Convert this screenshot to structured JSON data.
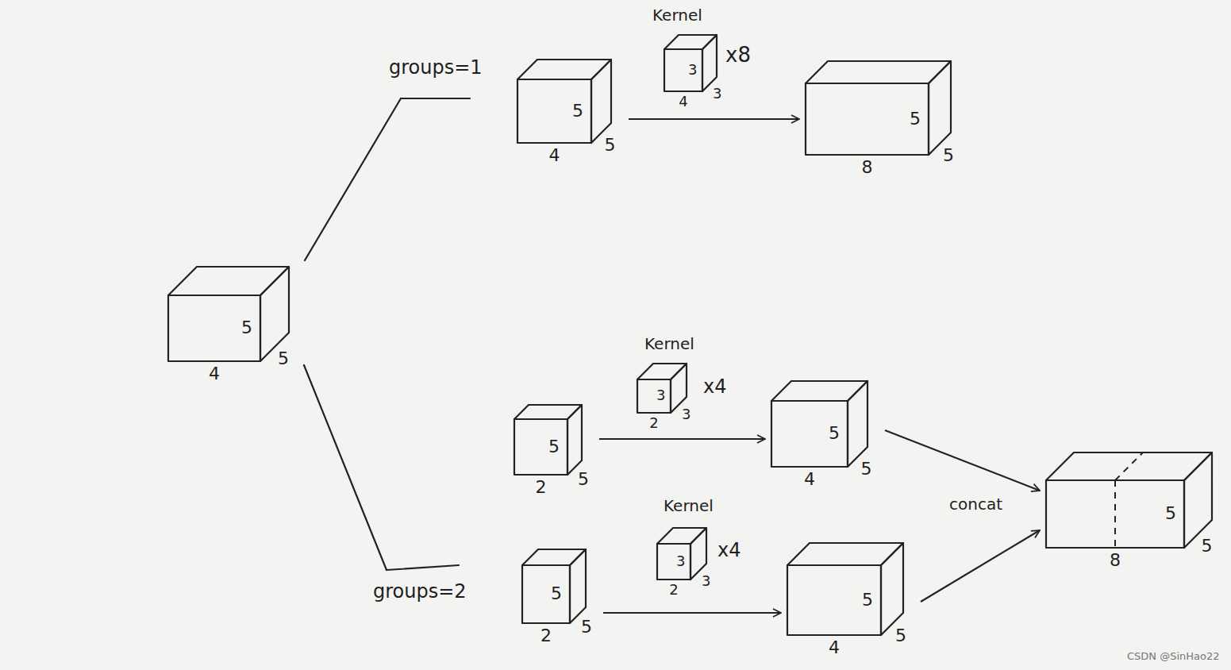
{
  "diagram": {
    "nodes": [
      {
        "text": [
          "5",
          "4",
          "5"
        ]
      },
      {
        "text": [
          "5",
          "4",
          "5"
        ]
      },
      {
        "text": [
          "3",
          "4",
          "3"
        ]
      },
      {
        "text": [
          "5",
          "8",
          "5"
        ]
      },
      {
        "text": [
          "5",
          "2",
          "5"
        ]
      },
      {
        "text": [
          "3",
          "2",
          "3"
        ]
      },
      {
        "text": [
          "5",
          "4",
          "5"
        ]
      },
      {
        "text": [
          "5",
          "2",
          "5"
        ]
      },
      {
        "text": [
          "3",
          "2",
          "3"
        ]
      },
      {
        "text": [
          "5",
          "4",
          "5"
        ]
      },
      {
        "text": [
          "5",
          "8",
          "5"
        ]
      }
    ],
    "edges": [
      {
        "from": 1,
        "to": 3,
        "arrow": "to"
      },
      {
        "from": 4,
        "to": 6,
        "arrow": "to"
      },
      {
        "from": 7,
        "to": 9,
        "arrow": "to"
      },
      {
        "from": 6,
        "to": 10,
        "arrow": "to"
      },
      {
        "from": 9,
        "to": 10,
        "arrow": "to"
      }
    ],
    "labels": [
      "groups=1",
      "Kernel",
      "x8",
      "groups=2",
      "Kernel",
      "x4",
      "Kernel",
      "x4",
      "concat",
      "CSDN @SinHao22"
    ]
  }
}
